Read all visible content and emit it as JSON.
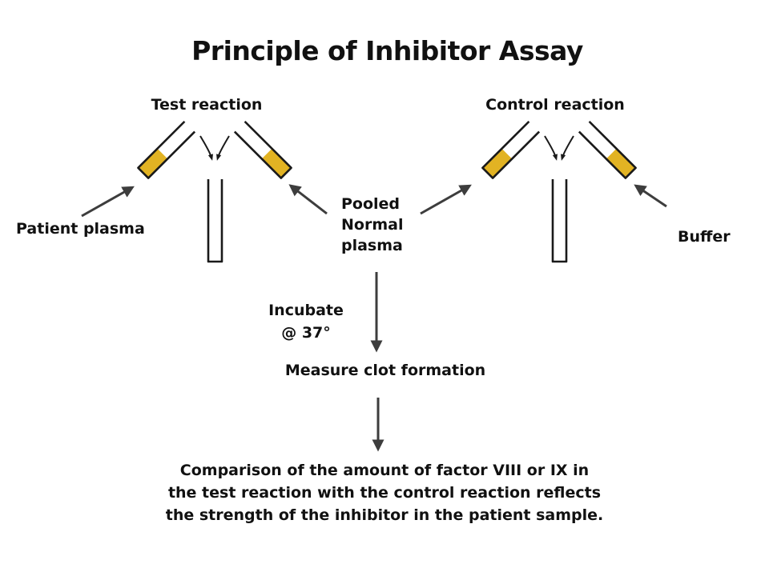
{
  "title": "Principle of Inhibitor Assay",
  "test_reaction": {
    "heading": "Test reaction",
    "left_input": "Patient plasma",
    "shared_input_lines": [
      "Pooled",
      "Normal",
      "plasma"
    ]
  },
  "control_reaction": {
    "heading": "Control reaction",
    "right_input": "Buffer"
  },
  "incubate_lines": [
    "Incubate",
    "@ 37°"
  ],
  "measure": "Measure clot formation",
  "conclusion_lines": [
    "Comparison of the amount of factor VIII or IX in",
    "the test reaction with the control reaction reflects",
    "the strength of the inhibitor in the patient sample."
  ],
  "colors": {
    "liquid": "#e2b323",
    "outline": "#1a1a1a",
    "arrow": "#3d3d3d"
  }
}
